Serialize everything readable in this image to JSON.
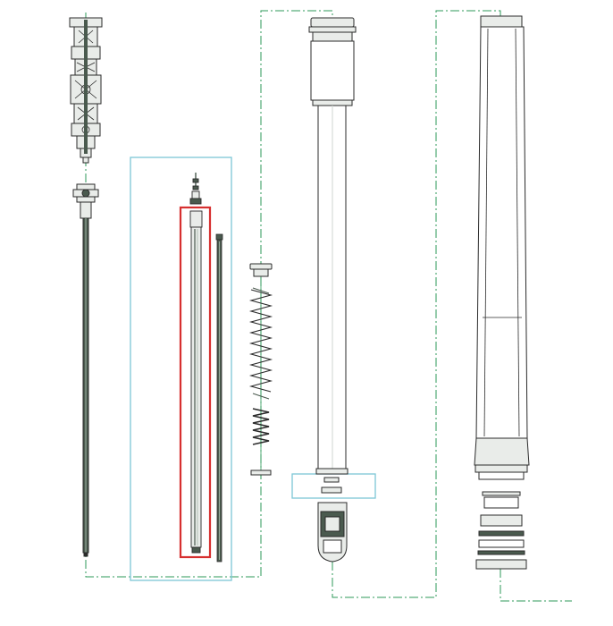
{
  "diagram": {
    "kind": "exploded-parts-drawing",
    "colors": {
      "line": "#2b2b2b",
      "dashdot": "#2e9a5a",
      "part_fill": "#e9ece9",
      "dark_part": "#4a5a4e",
      "highlight_box": "#7cc7d6",
      "selected_box": "#d62f2f"
    },
    "parts": [
      "cartridge-assembly",
      "damper-shaft",
      "needle-rod",
      "thin-rod",
      "top-spring-cap",
      "main-spring",
      "short-spring",
      "spring-washer",
      "stanchion-tube",
      "lower-spacer",
      "dropout-foot",
      "outer-leg",
      "seal-stack"
    ],
    "callouts": [
      "highlight-box-rods",
      "selected-box-needle-rod",
      "highlight-box-spacer"
    ]
  }
}
